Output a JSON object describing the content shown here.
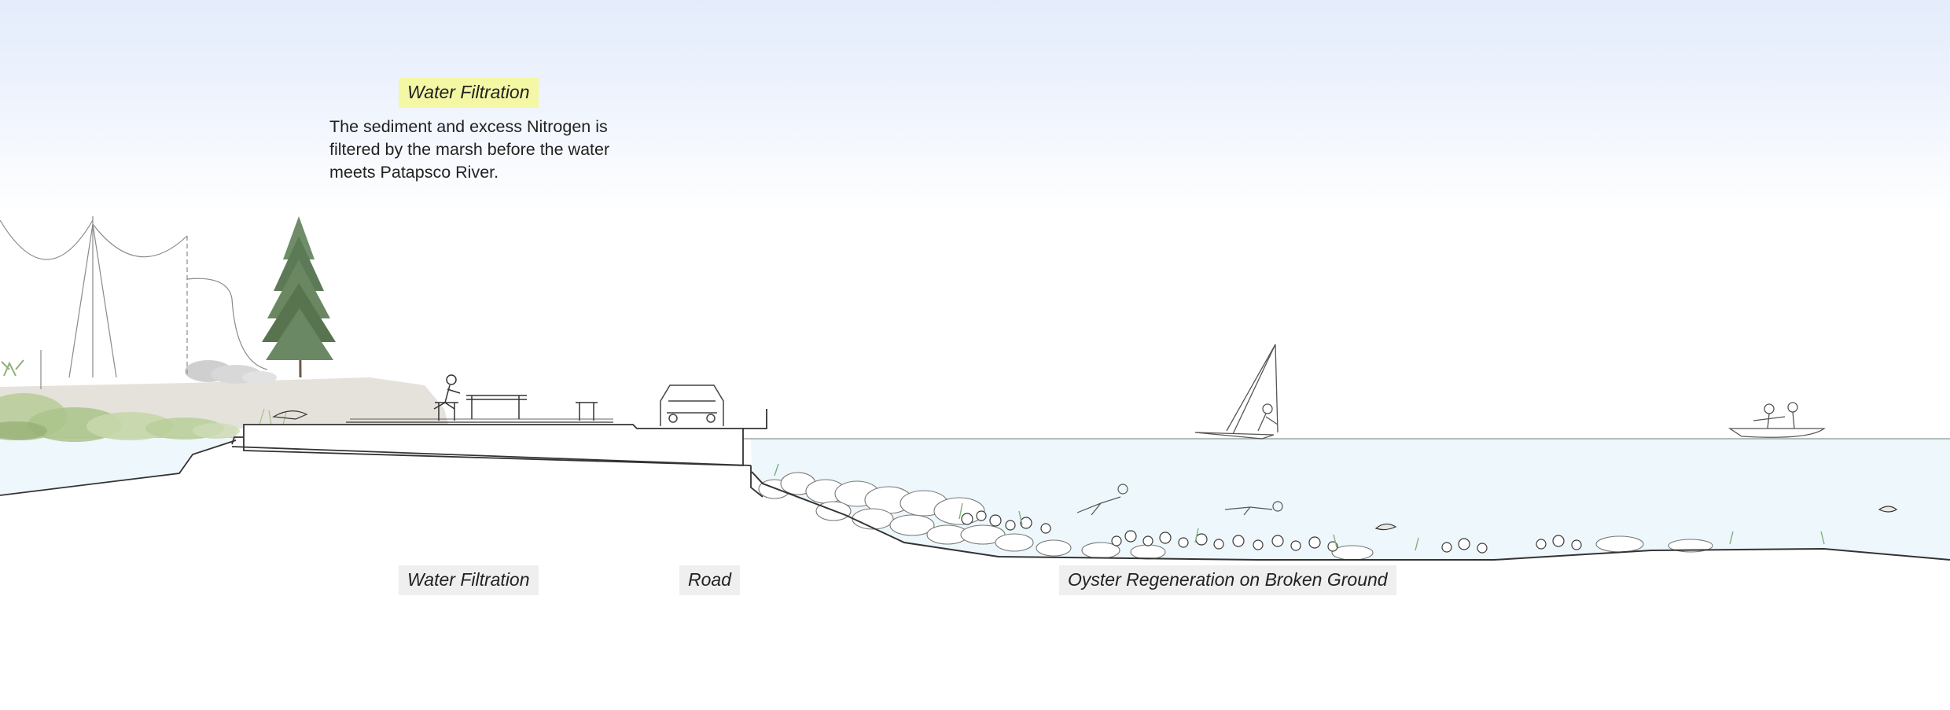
{
  "annotation": {
    "title": "Water Filtration",
    "body": "The sediment and excess Nitrogen is filtered by the marsh before the water meets Patapsco River."
  },
  "labels": {
    "filtration": "Water Filtration",
    "road": "Road",
    "oyster": "Oyster Regeneration on Broken Ground"
  },
  "colors": {
    "sky_top": "#e4ecfc",
    "water": "#eef7fb",
    "water_line": "#9aa7ae",
    "highlight": "#f4f7a4",
    "label_bg": "#efefef",
    "upland": "#e5e2dc",
    "marsh_green": "#a9c48a",
    "tree_green": "#5d7a56",
    "outline": "#333333"
  }
}
